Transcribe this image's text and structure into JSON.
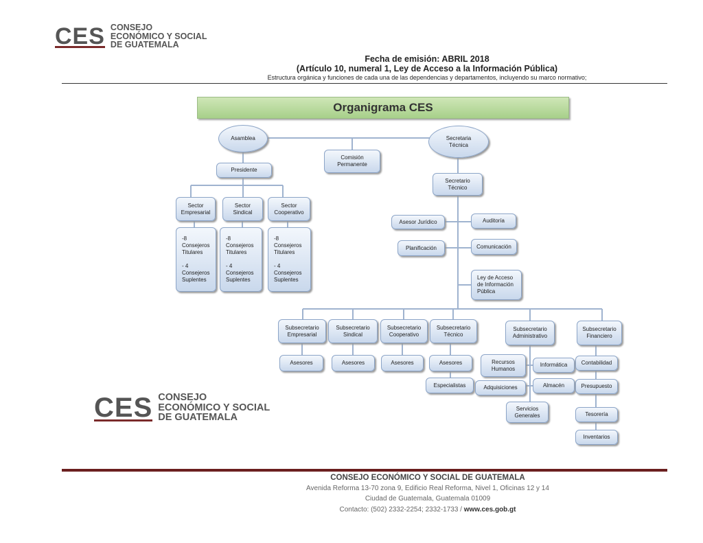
{
  "logo": {
    "mark": "CES",
    "line1": "CONSEJO",
    "line2": "ECONÓMICO Y SOCIAL",
    "line3": "DE GUATEMALA"
  },
  "header": {
    "line1": "Fecha de emisión: ABRIL 2018",
    "line2": "(Artículo 10, numeral 1, Ley de Acceso a la Información Pública)",
    "line3": "Estructura orgánica y funciones de cada una de las dependencias y departamentos, incluyendo su marco normativo;"
  },
  "chart_title": "Organigrama CES",
  "org": {
    "asamblea": "Asamblea",
    "secretaria_tecnica": "Secretaria\nTécnica",
    "comision_permanente": "Comisión\nPermanente",
    "presidente": "Presidente",
    "sector_empresarial": "Sector\nEmpresarial",
    "sector_sindical": "Sector\nSindical",
    "sector_cooperativo": "Sector\nCooperativo",
    "consejeros": "-8\nConsejeros\nTitulares\n\n- 4\nConsejeros\nSuplentes",
    "secretario_tecnico": "Secretario\nTécnico",
    "asesor_juridico": "Asesor Jurídico",
    "auditoria": "Auditoría",
    "planificacion": "Planificación",
    "comunicacion": "Comunicación",
    "ley_acceso": "Ley de Acceso\nde Información\nPública",
    "sub_empresarial": "Subsecretario\nEmpresarial",
    "sub_sindical": "Subsecretario\nSindical",
    "sub_cooperativo": "Subsecretario\nCooperativo",
    "sub_tecnico": "Subsecretario\nTécnico",
    "sub_administrativo": "Subsecretario\nAdministrativo",
    "sub_financiero": "Subsecretario\nFinanciero",
    "asesores": "Asesores",
    "especialistas": "Especialistas",
    "recursos_humanos": "Recursos\nHumanos",
    "informatica": "Informática",
    "almacen": "Almacén",
    "adquisiciones": "Adquisiciones",
    "servicios_generales": "Servicios\nGenerales",
    "contabilidad": "Contabilidad",
    "presupuesto": "Presupuesto",
    "tesoreria": "Tesorería",
    "inventarios": "Inventarios"
  },
  "footer": {
    "name": "CONSEJO ECONÓMICO Y SOCIAL DE GUATEMALA",
    "address1": "Avenida Reforma 13-70 zona 9, Edificio Real Reforma, Nivel 1, Oficinas 12 y 14",
    "address2": "Ciudad de Guatemala, Guatemala 01009",
    "contact": "Contacto: (502) 2332-2254; 2332-1733 /",
    "url": "www.ces.gob.gt"
  },
  "colors": {
    "brand_red": "#6b1f1f",
    "box_border": "#8ba4c7",
    "title_green": "#a7d08a"
  }
}
